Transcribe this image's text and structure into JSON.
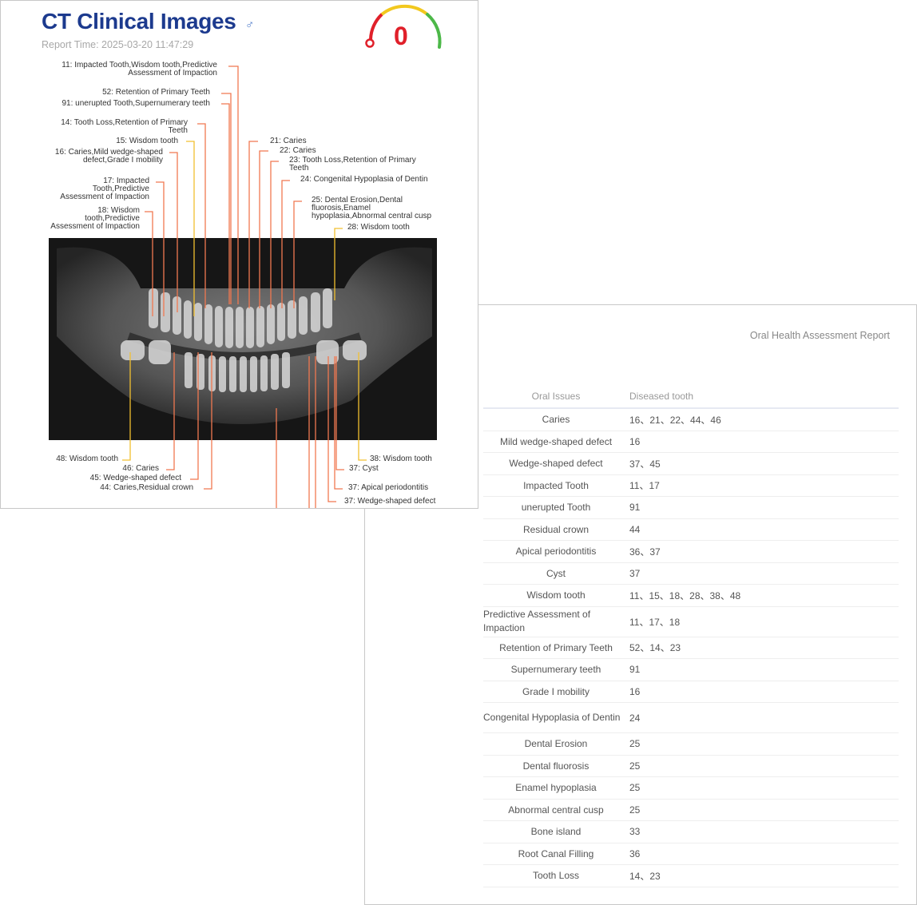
{
  "left_panel": {
    "title": "CT Clinical Images",
    "gender_symbol": "♂",
    "report_time": "Report Time: 2025-03-20 11:47:29",
    "score": "0",
    "gauge_colors": [
      "#e0202a",
      "#f2c81e",
      "#4cb848"
    ],
    "labels_top": [
      "11: Impacted Tooth,Wisdom tooth,Predictive Assessment of Impaction",
      "52: Retention of Primary Teeth",
      "91: unerupted Tooth,Supernumerary teeth",
      "14: Tooth Loss,Retention of Primary Teeth",
      "15: Wisdom tooth",
      "16: Caries,Mild wedge-shaped defect,Grade I mobility",
      "17: Impacted Tooth,Predictive Assessment of Impaction",
      "18: Wisdom tooth,Predictive Assessment of Impaction",
      "21: Caries",
      "22: Caries",
      "23: Tooth Loss,Retention of Primary Teeth",
      "24: Congenital Hypoplasia of Dentin",
      "25: Dental Erosion,Dental fluorosis,Enamel hypoplasia,Abnormal central cusp",
      "28: Wisdom tooth"
    ],
    "labels_bottom": [
      "48: Wisdom tooth",
      "46: Caries",
      "45: Wedge-shaped defect",
      "44: Caries,Residual crown",
      "38: Wisdom tooth",
      "37: Cyst",
      "37: Apical periodontitis",
      "37: Wedge-shaped defect"
    ]
  },
  "right_panel": {
    "title": "Oral Health Assessment Report",
    "columns": [
      "Oral Issues",
      "Diseased tooth"
    ],
    "rows": [
      [
        "Caries",
        "16、21、22、44、46"
      ],
      [
        "Mild wedge-shaped defect",
        "16"
      ],
      [
        "Wedge-shaped defect",
        "37、45"
      ],
      [
        "Impacted Tooth",
        "11、17"
      ],
      [
        "unerupted Tooth",
        "91"
      ],
      [
        "Residual crown",
        "44"
      ],
      [
        "Apical periodontitis",
        "36、37"
      ],
      [
        "Cyst",
        "37"
      ],
      [
        "Wisdom tooth",
        "11、15、18、28、38、48"
      ],
      [
        "Predictive Assessment of Impaction",
        "11、17、18"
      ],
      [
        "Retention of Primary Teeth",
        "52、14、23"
      ],
      [
        "Supernumerary teeth",
        "91"
      ],
      [
        "Grade I mobility",
        "16"
      ],
      [
        "Congenital Hypoplasia of Dentin",
        "24"
      ],
      [
        "Dental Erosion",
        "25"
      ],
      [
        "Dental fluorosis",
        "25"
      ],
      [
        "Enamel hypoplasia",
        "25"
      ],
      [
        "Abnormal central cusp",
        "25"
      ],
      [
        "Bone island",
        "33"
      ],
      [
        "Root Canal Filling",
        "36"
      ],
      [
        "Tooth Loss",
        "14、23"
      ]
    ]
  }
}
